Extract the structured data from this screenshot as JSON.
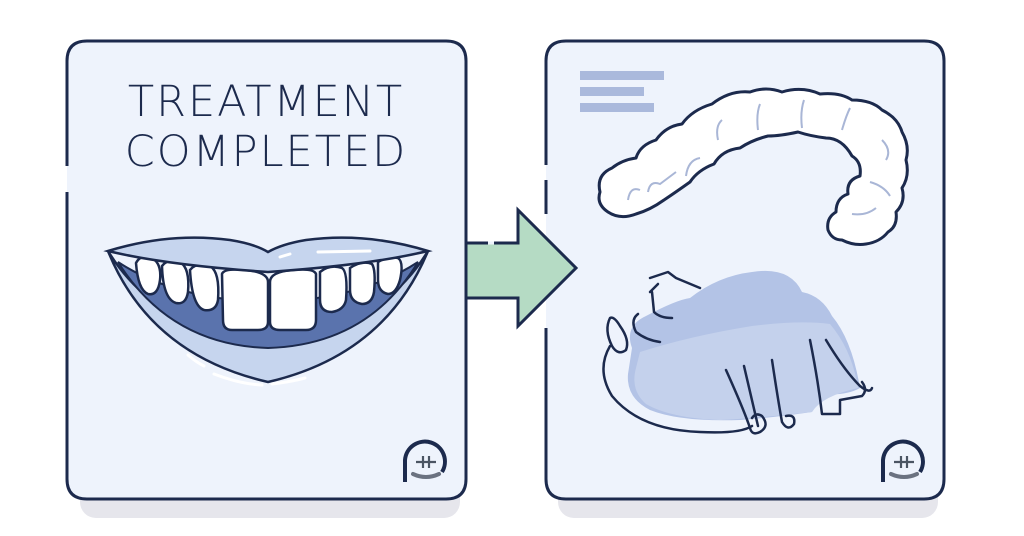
{
  "left_panel": {
    "title_line1": "TREATMENT",
    "title_line2": "COMPLETED",
    "illustration": "smiling-mouth-with-straight-teeth",
    "logo": "brand-logo-icon"
  },
  "arrow": {
    "icon": "arrow-right-icon",
    "fill_color": "#b5dbc4"
  },
  "right_panel": {
    "text_placeholder_bars": 3,
    "illustrations": [
      "clear-aligner-tray",
      "removable-retainer"
    ],
    "logo": "brand-logo-icon"
  },
  "colors": {
    "panel_fill": "#eef3fc",
    "outline": "#1c2a4d",
    "lip_fill": "#c6d5ee",
    "gum_shadow": "#5a73ad",
    "retainer_fill": "#b3c3e6",
    "bar_color": "#aab9dc",
    "shadow": "#e6e6ec"
  }
}
